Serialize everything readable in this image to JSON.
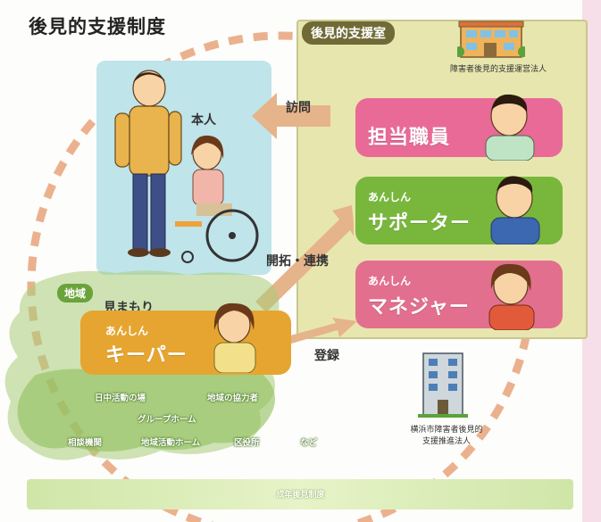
{
  "title": "後見的支援制度",
  "room_label": "後見的支援室",
  "honnin_label": "本人",
  "houmon_label": "訪問",
  "kaitaku_label": "開拓・連携",
  "touroku_label": "登録",
  "mimamori_label": "見まもり",
  "chiiki_label": "地域",
  "org_top": "障害者後見的支援運営法人",
  "org_bottom_line1": "横浜市障害者後見的",
  "org_bottom_line2": "支援推進法人",
  "cards": [
    {
      "sub": "",
      "main": "担当職員",
      "color": "#e96a97"
    },
    {
      "sub": "あんしん",
      "main": "サポーター",
      "color": "#78b73c"
    },
    {
      "sub": "あんしん",
      "main": "マネジャー",
      "color": "#e26f8d"
    }
  ],
  "keeper": {
    "sub": "あんしん",
    "main": "キーパー",
    "color": "#e6a531"
  },
  "puzzle": [
    "日中活動の場",
    "地域の協力者",
    "グループホーム",
    "相談機関",
    "地域活動ホーム",
    "区役所",
    "など"
  ],
  "bottom_label": "成年後見制度",
  "colors": {
    "room": "#e7e6ae",
    "honnin_bg": "#bfe4ea",
    "arrow": "#e6b48a",
    "dashed_circle": "#e7a37a"
  },
  "icons": [
    "building-icon",
    "person-icon",
    "wheelchair-icon",
    "staff-face-icon",
    "supporter-face-icon",
    "manager-face-icon",
    "keeper-face-icon",
    "office-building-icon"
  ]
}
